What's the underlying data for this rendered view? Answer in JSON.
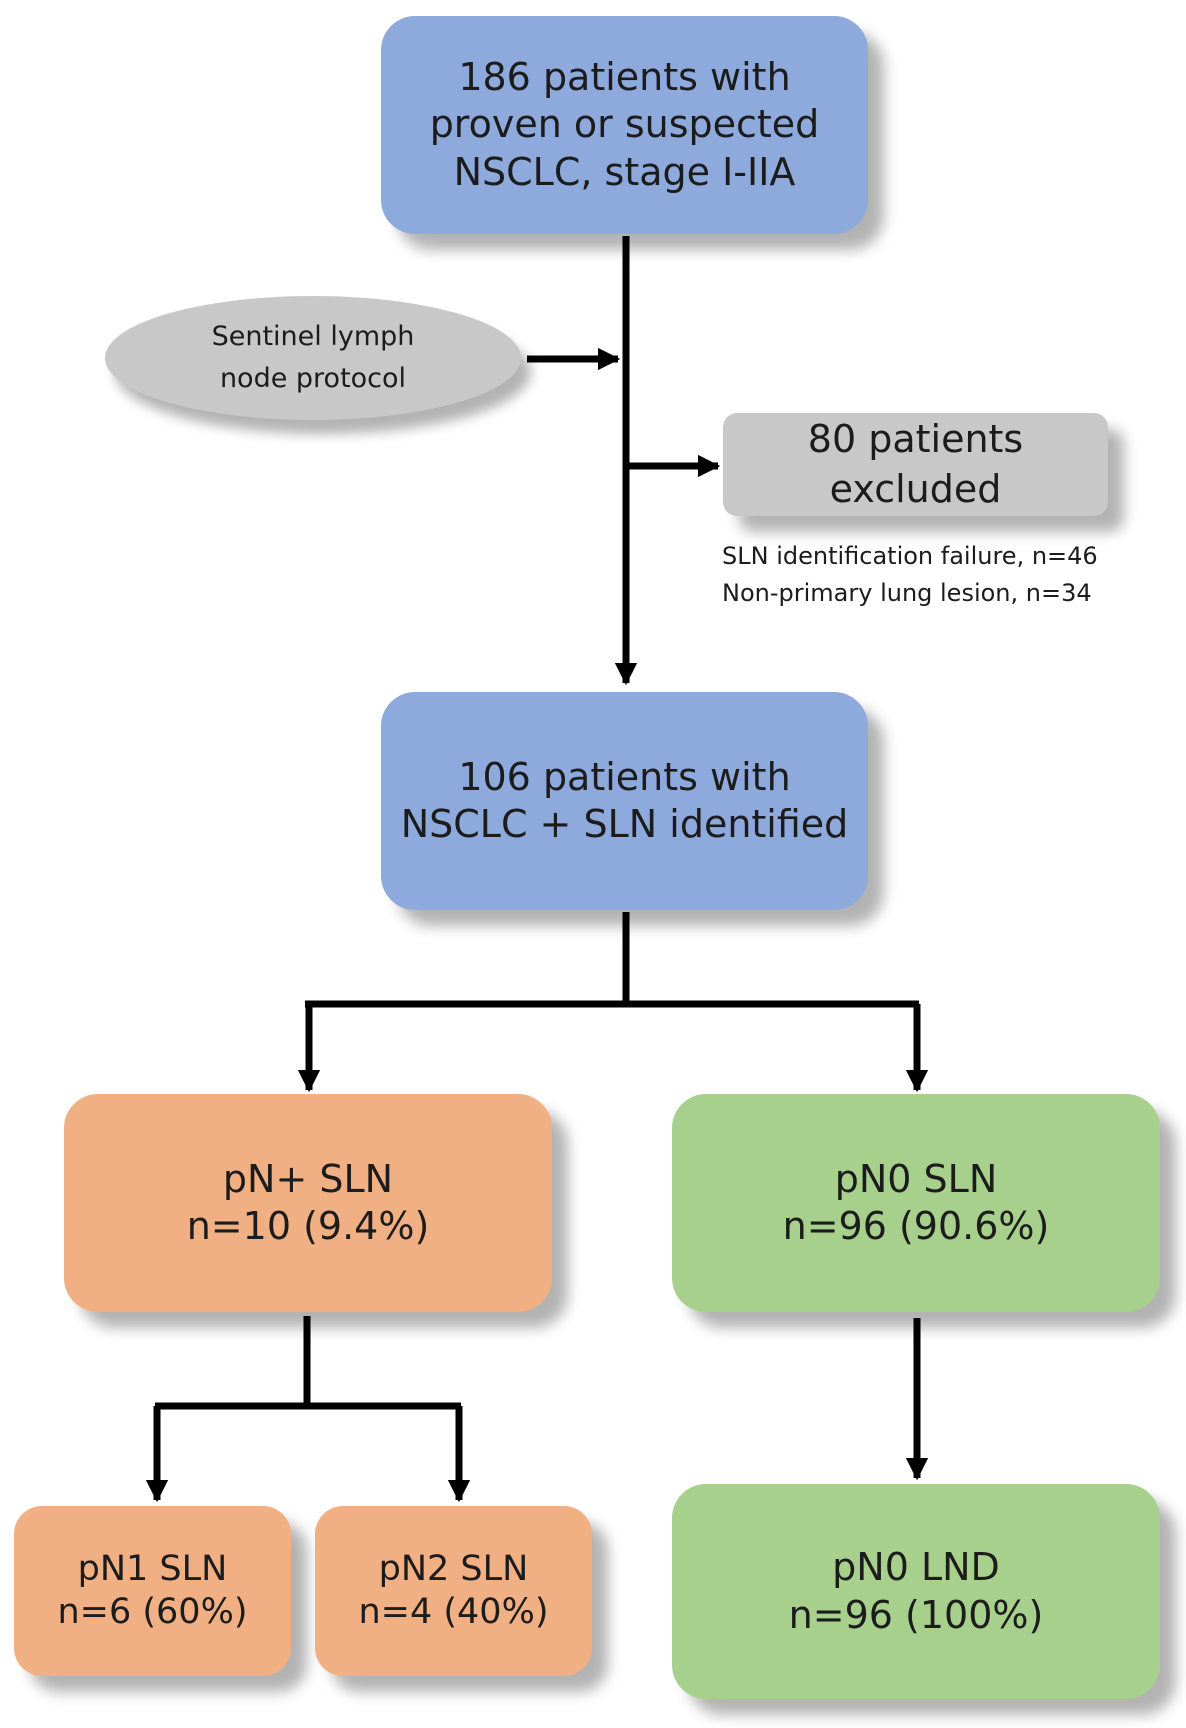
{
  "nodes": {
    "start": {
      "lines": [
        "186 patients with",
        "proven or suspected",
        "NSCLC, stage I-IIA"
      ]
    },
    "protocol": {
      "lines": [
        "Sentinel lymph",
        "node protocol"
      ]
    },
    "excluded": {
      "lines": [
        "80 patients",
        "excluded"
      ]
    },
    "exclusion_reasons": [
      "SLN identification failure, n=46",
      "Non-primary lung lesion, n=34"
    ],
    "identified": {
      "lines": [
        "106 patients with",
        "NSCLC + SLN identified"
      ]
    },
    "pn_plus": {
      "lines": [
        "pN+ SLN",
        "n=10 (9.4%)"
      ]
    },
    "pn0": {
      "lines": [
        "pN0 SLN",
        "n=96 (90.6%)"
      ]
    },
    "pn1": {
      "lines": [
        "pN1 SLN",
        "n=6 (60%)"
      ]
    },
    "pn2": {
      "lines": [
        "pN2 SLN",
        "n=4 (40%)"
      ]
    },
    "pn0_lnd": {
      "lines": [
        "pN0 LND",
        "n=96 (100%)"
      ]
    }
  },
  "colors": {
    "main": "#8eaadc",
    "excluded": "#c8c8c8",
    "positive": "#f1b084",
    "negative": "#a8d08d",
    "arrow": "#000000"
  }
}
